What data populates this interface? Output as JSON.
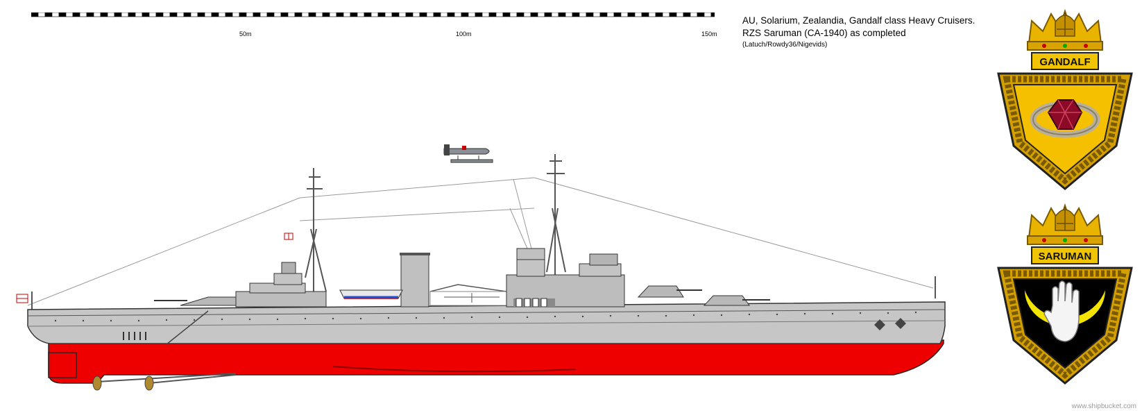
{
  "scale_bar": {
    "labels": [
      "50m",
      "100m",
      "150m"
    ],
    "segment_colors": [
      "#000000",
      "#ffffff"
    ]
  },
  "title": {
    "line1": "AU, Solarium, Zealandia, Gandalf class Heavy Cruisers.",
    "line2": "RZS Saruman (CA-1940) as completed",
    "credits": "(Latuch/Rowdy36/Nigevids)"
  },
  "crests": [
    {
      "name": "GANDALF",
      "field_color": "#f5c000",
      "emblem": "ring-with-red-gem"
    },
    {
      "name": "SARUMAN",
      "field_color": "#000000",
      "emblem": "white-hand-with-yellow-crescent"
    }
  ],
  "ship": {
    "hull_color": "#c6c6c6",
    "boot_top_color": "#ee0000",
    "superstructure_color": "#bdbdbd",
    "deck_line_color": "#555555"
  },
  "watermark": "www.shipbucket.com"
}
